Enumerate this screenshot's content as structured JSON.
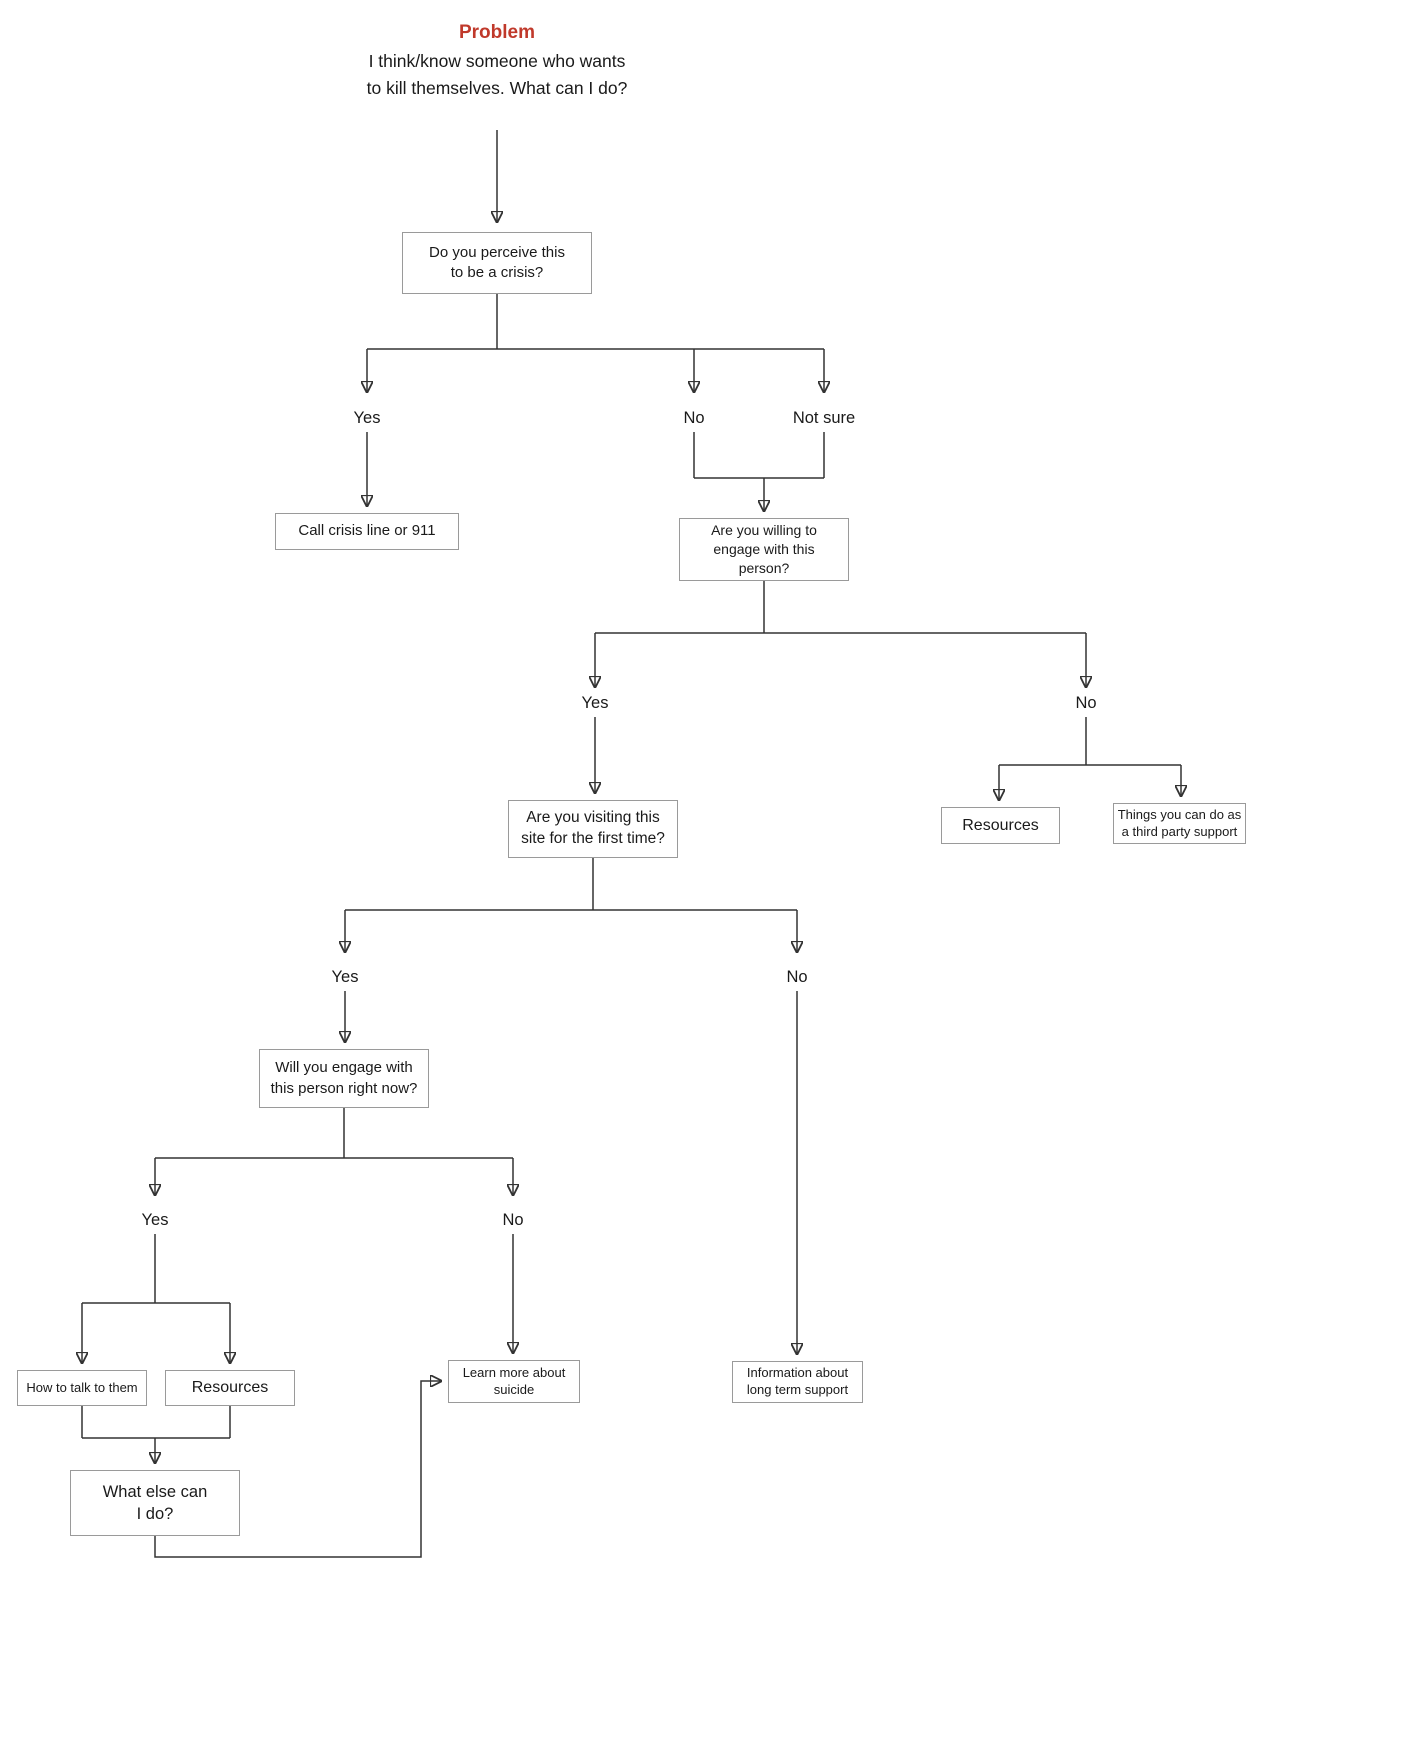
{
  "flowchart": {
    "title": "Problem",
    "question": "I think/know someone who wants\nto kill themselves. What can I do?",
    "boxes": {
      "crisis_question": "Do you perceive this\nto be a crisis?",
      "call_crisis": "Call crisis line or 911",
      "willing_engage": "Are you willing to\nengage with this\nperson?",
      "first_time": "Are you visiting this\nsite for the first time?",
      "resources_right": "Resources",
      "third_party": "Things you can do as\na third party support",
      "engage_now": "Will you engage with\nthis person right now?",
      "how_to_talk": "How to talk to them",
      "resources_left": "Resources",
      "learn_more": "Learn more about\nsuicide",
      "long_term": "Information about\nlong term support",
      "what_else": "What else can\nI do?"
    },
    "branch_labels": {
      "crisis_yes": "Yes",
      "crisis_no": "No",
      "crisis_not_sure": "Not sure",
      "willing_yes": "Yes",
      "willing_no": "No",
      "first_yes": "Yes",
      "first_no": "No",
      "engage_yes": "Yes",
      "engage_no": "No"
    },
    "colors": {
      "title_red": "#c0392b",
      "box_border": "#9a9a9a",
      "line": "#333333",
      "text": "#1a1a1a",
      "bg": "#ffffff"
    }
  }
}
